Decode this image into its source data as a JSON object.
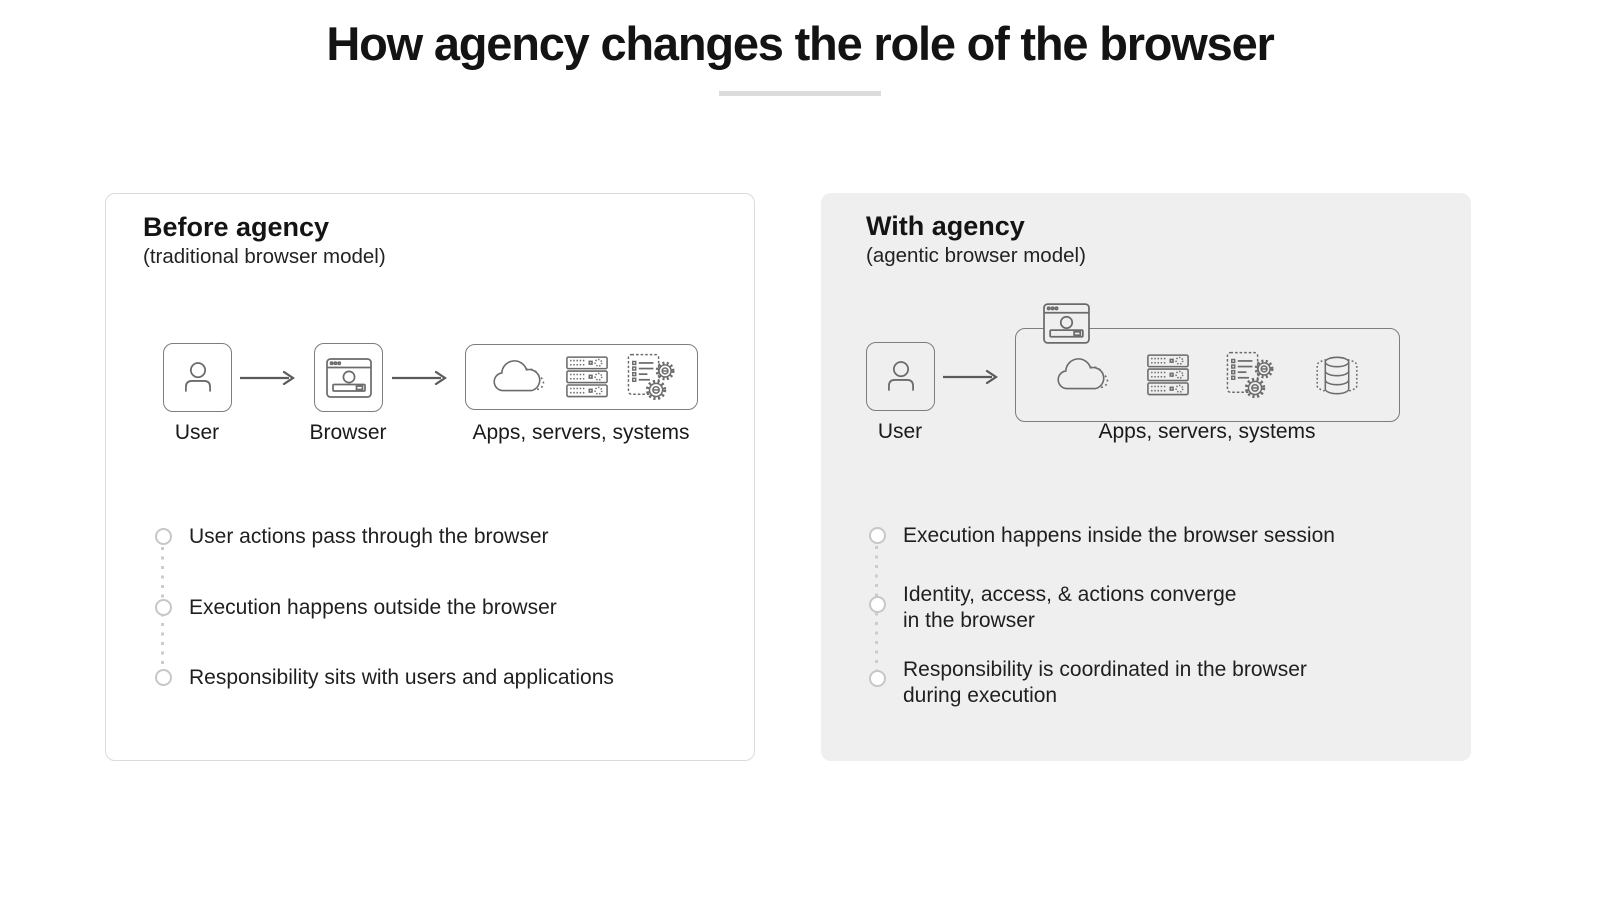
{
  "header": {
    "title": "How agency changes the role of the browser"
  },
  "panels": {
    "before": {
      "heading": "Before agency",
      "subheading": "(traditional browser model)",
      "diagram": {
        "nodes": [
          {
            "label": "User",
            "icon": "person-icon"
          },
          {
            "label": "Browser",
            "icon": "browser-window-icon"
          },
          {
            "label": "Apps, servers, systems",
            "icons": [
              "cloud-icon",
              "server-stack-icon",
              "document-gears-icon"
            ]
          }
        ],
        "connector": "arrow-right-icon"
      },
      "bullets": [
        {
          "lines": [
            "User actions pass through the browser"
          ]
        },
        {
          "lines": [
            "Execution happens outside the browser"
          ]
        },
        {
          "lines": [
            "Responsibility sits with users and applications"
          ]
        }
      ]
    },
    "with_agency": {
      "heading": "With agency",
      "subheading": "(agentic browser model)",
      "diagram": {
        "user_label": "User",
        "apps_label": "Apps, servers, systems",
        "overlay_icon": "browser-window-icon",
        "apps_icons": [
          "cloud-icon",
          "server-stack-icon",
          "document-gears-icon",
          "database-icon"
        ],
        "connector": "arrow-right-icon"
      },
      "bullets": [
        {
          "lines": [
            "Execution happens inside the browser session"
          ]
        },
        {
          "lines": [
            "Identity, access, & actions converge",
            "in the browser"
          ]
        },
        {
          "lines": [
            "Responsibility is coordinated in the browser",
            "during execution"
          ]
        }
      ]
    }
  },
  "colors": {
    "page_background": "#ffffff",
    "panel_before_background": "#ffffff",
    "panel_before_border": "#dbdbdb",
    "panel_with_background": "#efeff0",
    "heading_text": "#141414",
    "body_text": "#1f1f1f",
    "icon_stroke": "#6b6b6b",
    "node_border": "#7d7d7d",
    "arrow": "#5a5a5a",
    "bullet_ring": "#c7c7c7",
    "dotted_connector": "#cccccc",
    "title_underline": "#dcdcdc"
  }
}
